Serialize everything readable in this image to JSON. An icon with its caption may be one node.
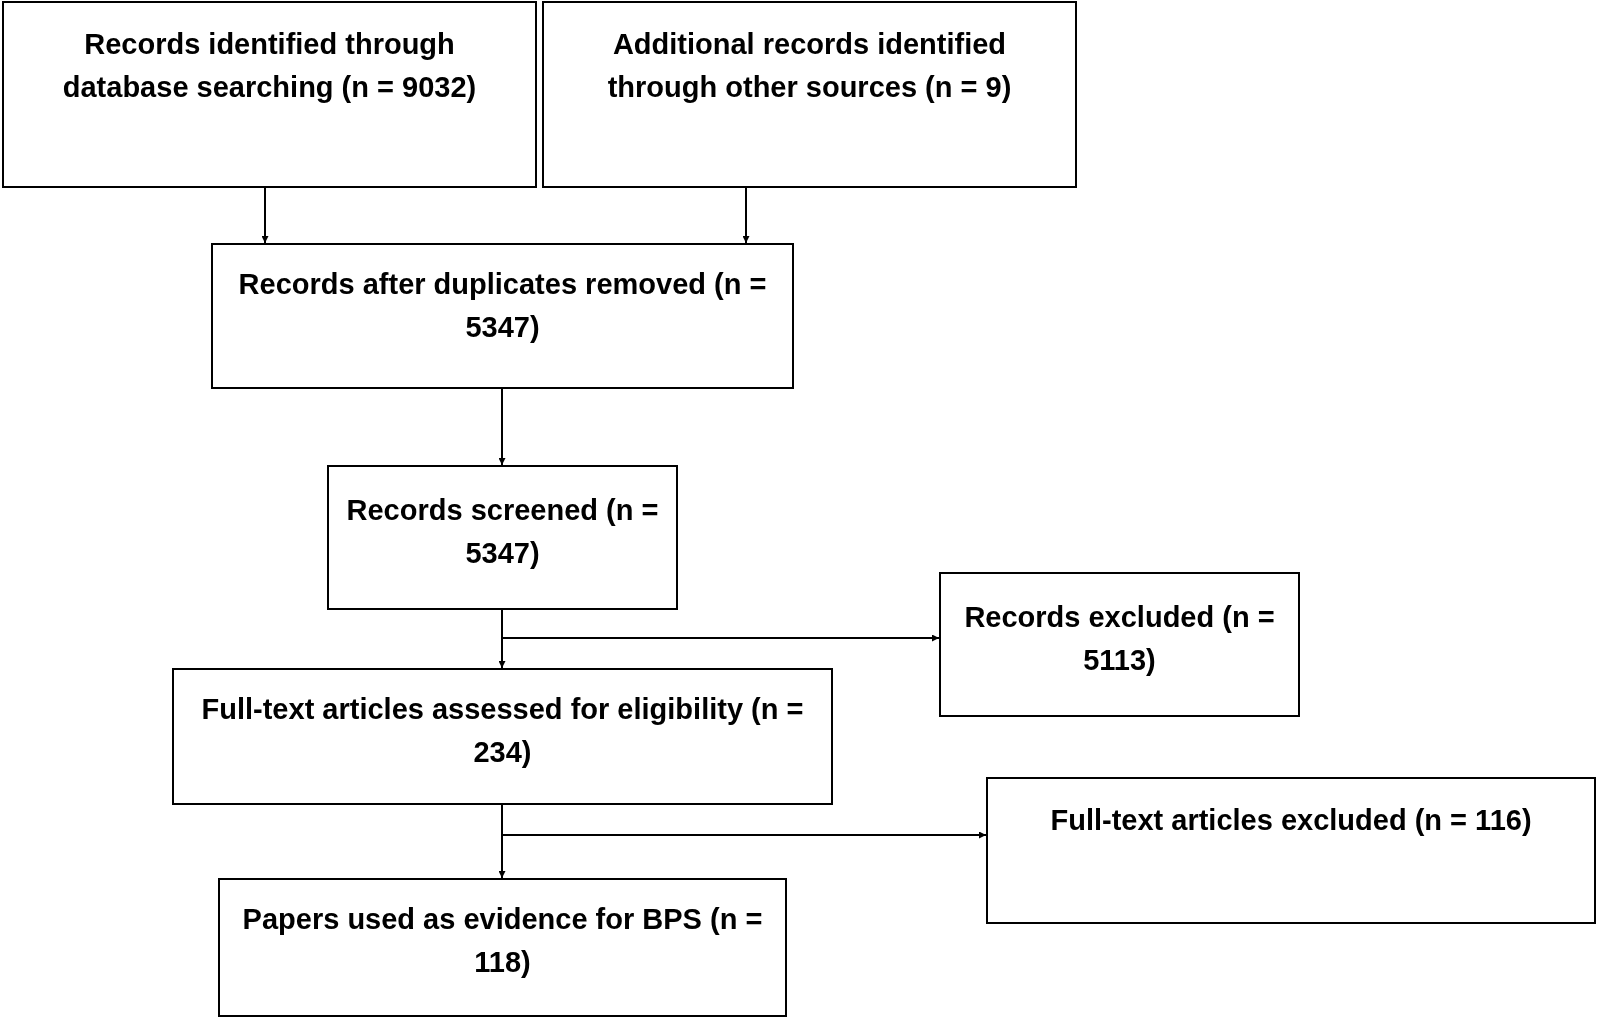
{
  "diagram": {
    "nodes": [
      {
        "text": [
          "Records identified through database searching (n = 9032)"
        ]
      },
      {
        "text": [
          "Additional records identified through other sources (n = 9)"
        ]
      },
      {
        "text": [
          "Records after duplicates removed (n = 5347)"
        ]
      },
      {
        "text": [
          "Records screened (n = 5347)"
        ]
      },
      {
        "text": [
          "Records excluded (n = 5113)"
        ]
      },
      {
        "text": [
          "Full-text articles assessed for eligibility (n = 234)"
        ]
      },
      {
        "text": [
          "Full-text articles excluded (n = 116)"
        ]
      },
      {
        "text": [
          "Papers used as evidence for BPS (n = 118)"
        ]
      }
    ],
    "edges": [
      {
        "from": 0,
        "to": 2,
        "arrow": "to"
      },
      {
        "from": 1,
        "to": 2,
        "arrow": "to"
      },
      {
        "from": 2,
        "to": 3,
        "arrow": "to"
      },
      {
        "from": 3,
        "to": 5,
        "arrow": "to"
      },
      {
        "from": 3,
        "to": 4,
        "arrow": "to"
      },
      {
        "from": 5,
        "to": 7,
        "arrow": "to"
      },
      {
        "from": 5,
        "to": 6,
        "arrow": "to"
      }
    ]
  }
}
